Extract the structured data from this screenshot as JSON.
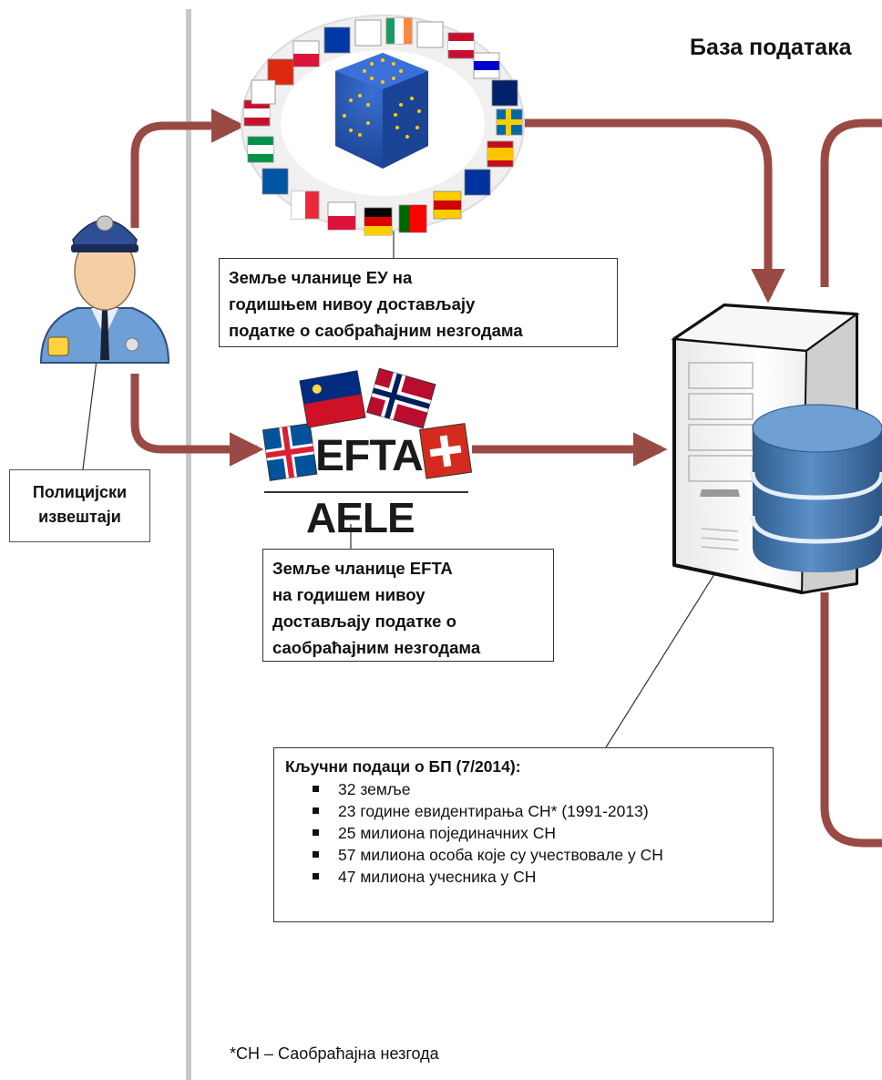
{
  "title": "База података",
  "police": {
    "label_line1": "Полицијски",
    "label_line2": "извештаји"
  },
  "eu_box": {
    "line1": "Земље чланице ЕУ на",
    "line2": "годишњем нивоу достављају",
    "line3": "податке о саобраћајним незгодама"
  },
  "efta_logo": {
    "top": "EFTA",
    "bottom": "AELE"
  },
  "efta_box": {
    "line1": "Земље чланице EFTA",
    "line2": "на годишем нивоу",
    "line3": "достављају податке о",
    "line4": "саобраћајним незгодама"
  },
  "key_data": {
    "title": "Кључни подаци о БП (7/2014):",
    "items": [
      "32 земље",
      "23 године евидентирања СН* (1991-2013)",
      "25 милиона појединачних СН",
      "57 милиона особа које су учествовале у СН",
      "47 милиона учесника у СН"
    ]
  },
  "footnote": "*СН – Саобраћајна незгода",
  "colors": {
    "arrow": "#9a4a44",
    "divider": "#c8c8c8",
    "db": "#3d6fa5",
    "eu_blue": "#1d4fa0",
    "eu_star": "#ffcc00"
  },
  "icons": [
    "police-officer-icon",
    "eu-flags-ring-icon",
    "server-database-icon",
    "efta-logo"
  ]
}
